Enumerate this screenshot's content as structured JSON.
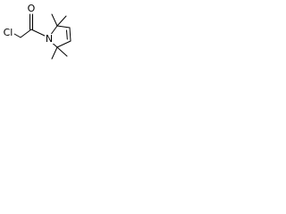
{
  "molecule": {
    "atoms": {
      "oxygen": "O",
      "chlorine": "Cl",
      "nitrogen": "N"
    },
    "colors": {
      "bond": "#000000",
      "label": "#000000",
      "background": "#ffffff"
    }
  }
}
